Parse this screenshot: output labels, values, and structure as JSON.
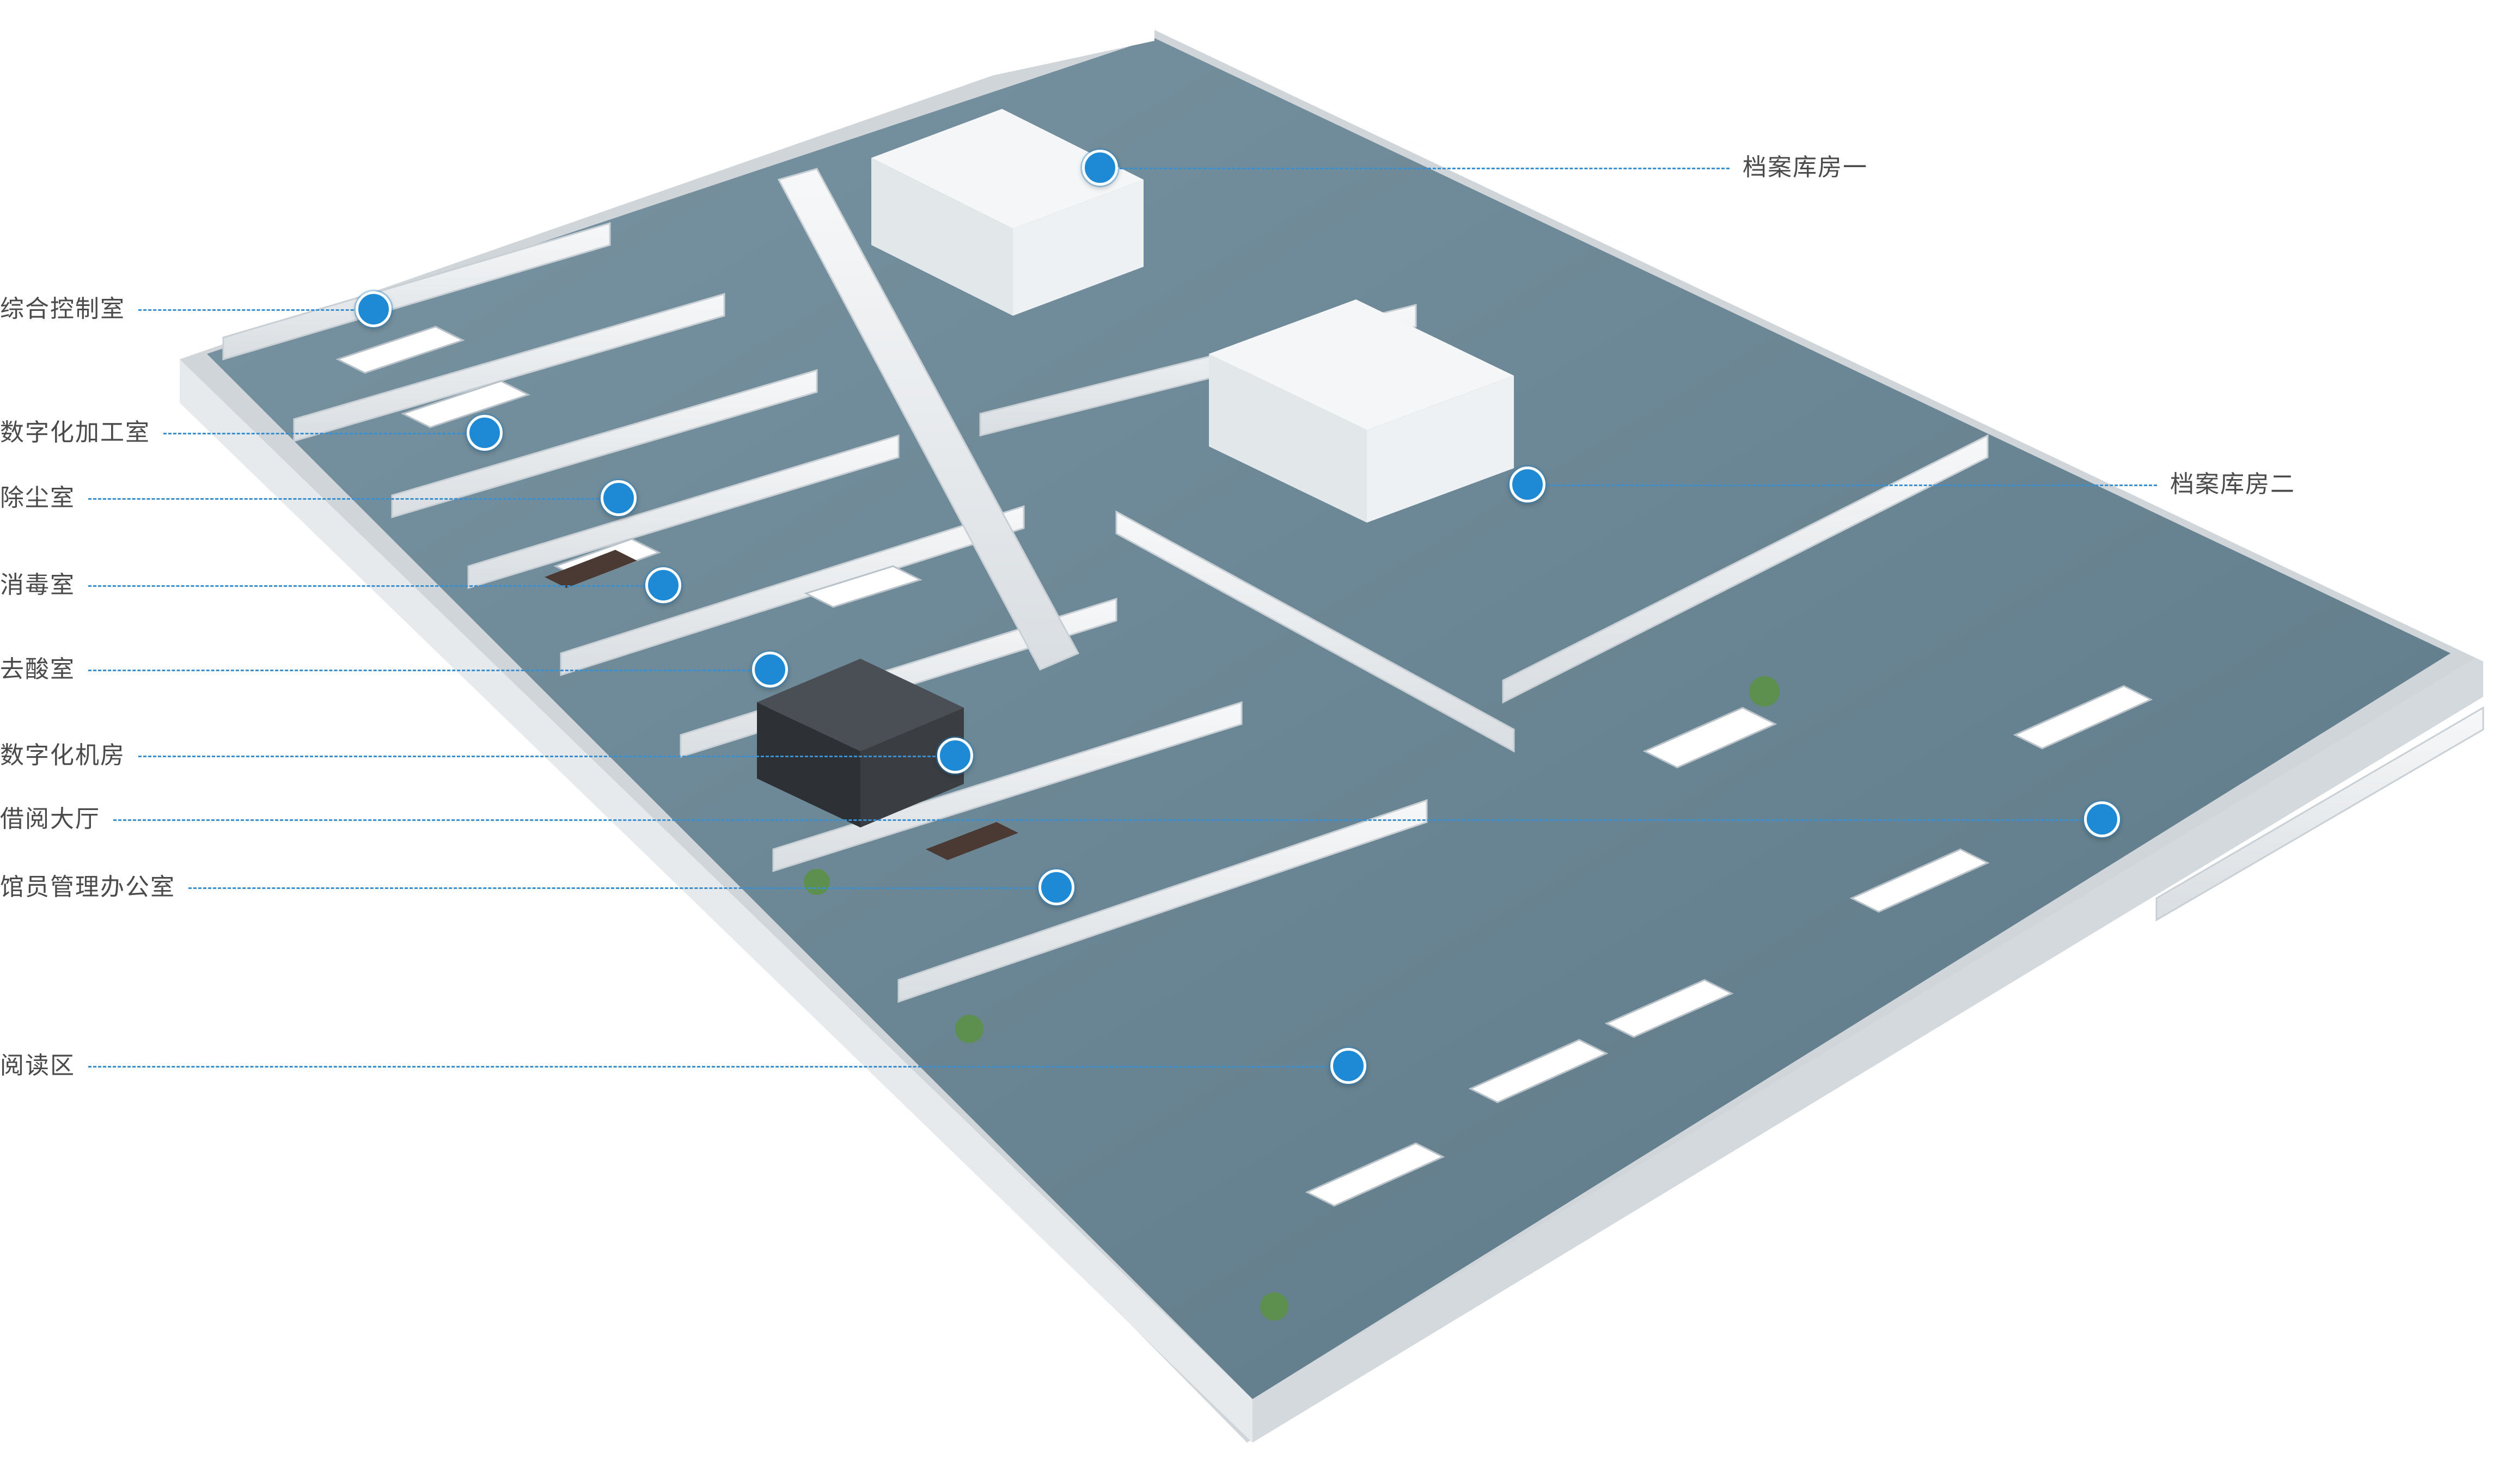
{
  "colors": {
    "floor": "#6e8a98",
    "floor_dark": "#5b7684",
    "wall_top": "#ffffff",
    "wall_side": "#dfe4e8",
    "accent": "#1e8ad6",
    "label_text": "#4a4a4a"
  },
  "areas": [
    {
      "id": "archive-1",
      "label": "档案库房一"
    },
    {
      "id": "control-room",
      "label": "综合控制室"
    },
    {
      "id": "digitization-room",
      "label": "数字化加工室"
    },
    {
      "id": "dust-removal-room",
      "label": "除尘室"
    },
    {
      "id": "archive-2",
      "label": "档案库房二"
    },
    {
      "id": "disinfection-room",
      "label": "消毒室"
    },
    {
      "id": "deacidification-room",
      "label": "去酸室"
    },
    {
      "id": "server-room",
      "label": "数字化机房"
    },
    {
      "id": "lending-hall",
      "label": "借阅大厅"
    },
    {
      "id": "staff-office",
      "label": "馆员管理办公室"
    },
    {
      "id": "reading-area",
      "label": "阅读区"
    }
  ]
}
